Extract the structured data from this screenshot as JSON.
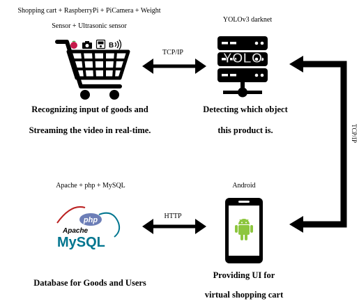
{
  "cart": {
    "title_line1": "Shopping cart + RaspberryPi + PiCamera + Weight",
    "title_line2": "Sensor + Ultrasonic sensor",
    "caption_line1": "Recognizing input of goods and",
    "caption_line2": "Streaming the video in real-time."
  },
  "server": {
    "title": "YOLOv3 darknet",
    "logo_text": "YOLO",
    "caption_line1": "Detecting which object",
    "caption_line2": "this product is."
  },
  "database": {
    "title": "Apache + php + MySQL",
    "logo_php": "php",
    "logo_apache": "Apache",
    "logo_mysql": "MySQL",
    "caption": "Database for Goods and Users"
  },
  "android": {
    "title": "Android",
    "caption_line1": "Providing UI for",
    "caption_line2": "virtual shopping cart"
  },
  "links": {
    "cart_server": "TCP/IP",
    "server_android": "TCP/IP",
    "db_android": "HTTP"
  },
  "colors": {
    "arrow": "#000000",
    "android_green": "#8dc63f",
    "php_purple": "#6c7eb7",
    "mysql_blue": "#00758f",
    "mysql_orange": "#f29111"
  }
}
